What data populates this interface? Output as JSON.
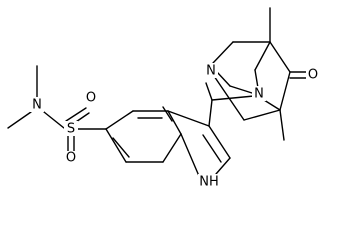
{
  "atoms": {
    "n_sulfonamide": "N",
    "s": "S",
    "o_sulfonyl_1": "O",
    "o_sulfonyl_2": "O",
    "nh_indole": "NH",
    "n_cage_1": "N",
    "n_cage_2": "N",
    "o_ketone": "O"
  },
  "colors": {
    "bond": "#000000",
    "label": "#000000",
    "background": "#ffffff"
  }
}
